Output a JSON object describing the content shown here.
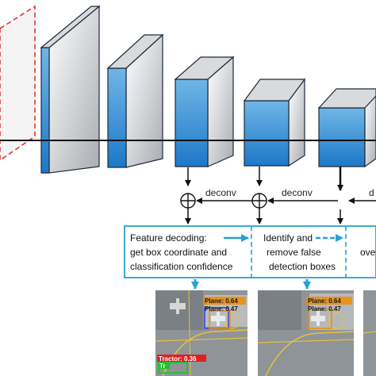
{
  "colors": {
    "block_front_top": "#6fb6e6",
    "block_front_bottom": "#1d78c8",
    "block_side_light": "#ffffff",
    "block_side_dark": "#a9acb1",
    "block_top": "#d9dadc",
    "outline": "#1e2a3a",
    "dashed_input": "#e0342e",
    "pipeline_border": "#26a2d4",
    "arrow_blue": "#26a2d4",
    "aerial_ground": "#8f9498",
    "aerial_taxi_line": "#e6c23a",
    "det_plane": "#f08c00",
    "det_tractor": "#e02020",
    "det_green": "#22c02a",
    "det_blue": "#3b4bd8"
  },
  "diagram": {
    "operations": {
      "deconv_label_1": "deconv",
      "deconv_label_2": "deconv",
      "deconv_label_3": "d"
    },
    "pipeline": {
      "box1_line1": "Feature decoding:",
      "box1_line2": "get box coordinate and",
      "box1_line3": "classification confidence",
      "box2_line1": "Identify and",
      "box2_line2": "remove false",
      "box2_line3": "detection boxes",
      "box3_line1": "ove"
    },
    "detections": {
      "img1_plane_1": "Plane: 0.64",
      "img1_plane_2": "Plane: 0.47",
      "img1_tractor": "Tractor: 0.36",
      "img1_truck": "Tr",
      "img2_plane_1": "Plane: 0.64",
      "img2_plane_2": "Plane: 0.47"
    }
  }
}
